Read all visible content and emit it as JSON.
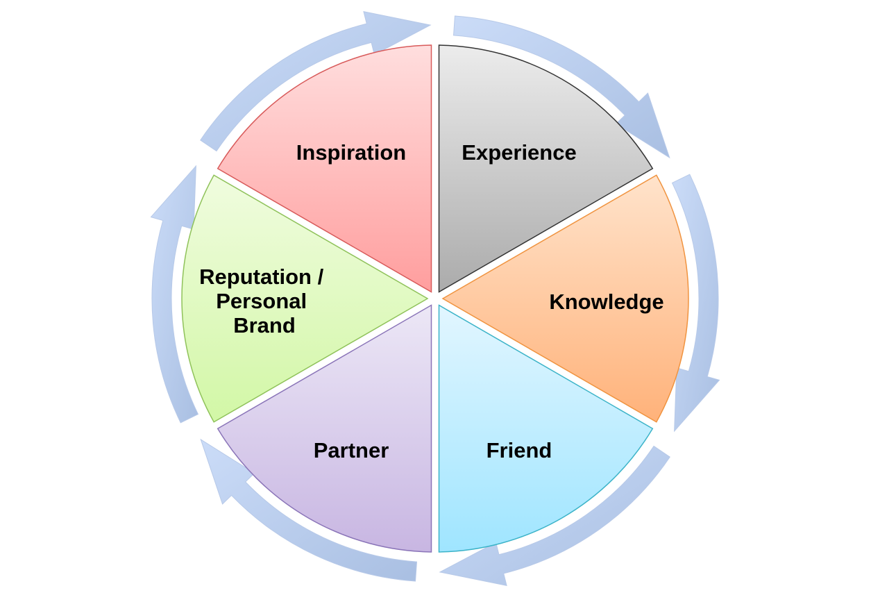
{
  "diagram": {
    "segments": [
      {
        "id": "inspiration",
        "lines": [
          "Inspiration"
        ],
        "colors": {
          "light": "#ffdede",
          "dark": "#ff9e9e",
          "edge": "#d85a5a"
        }
      },
      {
        "id": "experience",
        "lines": [
          "Experience"
        ],
        "colors": {
          "light": "#ececec",
          "dark": "#ababab",
          "edge": "#333333"
        }
      },
      {
        "id": "knowledge",
        "lines": [
          "Knowledge"
        ],
        "colors": {
          "light": "#ffe3cb",
          "dark": "#ffb27a",
          "edge": "#f0933f"
        }
      },
      {
        "id": "friend",
        "lines": [
          "Friend"
        ],
        "colors": {
          "light": "#e2f6ff",
          "dark": "#9fe5ff",
          "edge": "#3bb3c8"
        }
      },
      {
        "id": "partner",
        "lines": [
          "Partner"
        ],
        "colors": {
          "light": "#ece7f6",
          "dark": "#c8b6e2",
          "edge": "#8a74b8"
        }
      },
      {
        "id": "reputation",
        "lines": [
          "Reputation /",
          "Personal",
          "Brand"
        ],
        "colors": {
          "light": "#f0fcdf",
          "dark": "#d2f7a6",
          "edge": "#8fc25a"
        }
      }
    ],
    "arrow_colors": {
      "light": "#cbdcf8",
      "dark": "#a9bfe2"
    }
  }
}
